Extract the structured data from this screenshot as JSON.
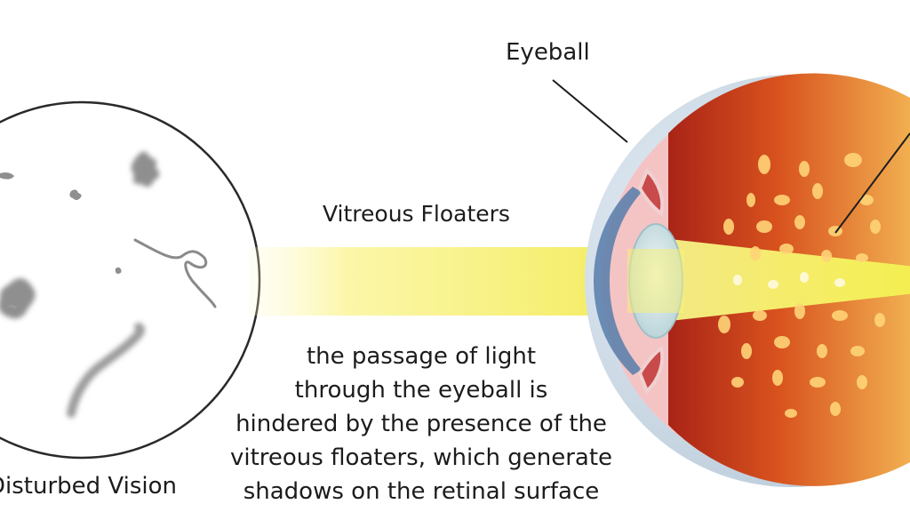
{
  "labels": {
    "eyeball": "Eyeball",
    "vitreous_floaters": "Vitreous Floaters",
    "disturbed_vision": "Disturbed Vision"
  },
  "caption": {
    "lines": [
      "the passage of light",
      "through the eyeball is",
      "hindered by the presence of the",
      "vitreous floaters, which generate",
      "shadows on the retinal surface"
    ]
  },
  "colors": {
    "light_beam": "#f5f06a",
    "eye_interior_dark": "#b8281c",
    "eye_interior_light": "#f3b653",
    "floater_spots": "#ffd77a",
    "sclera": "#c9d9e6",
    "lens": "#cfe3e8",
    "iris": "#3d5f88",
    "floater_shadow": "#9a9a9a"
  }
}
